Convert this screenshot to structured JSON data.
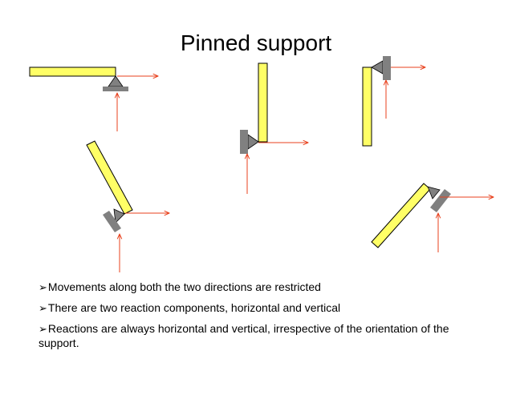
{
  "title": "Pinned support",
  "bullet_marker": "➢",
  "bullets": [
    "Movements along both the two directions are restricted",
    "There are two reaction components, horizontal and vertical",
    "Reactions are always horizontal and vertical, irrespective of the orientation of the support."
  ],
  "colors": {
    "member_fill": "#ffff66",
    "member_stroke": "#000000",
    "support_fill": "#808080",
    "pin_fill": "#808080",
    "reaction_arrow": "#e8401c",
    "background": "#ffffff"
  }
}
